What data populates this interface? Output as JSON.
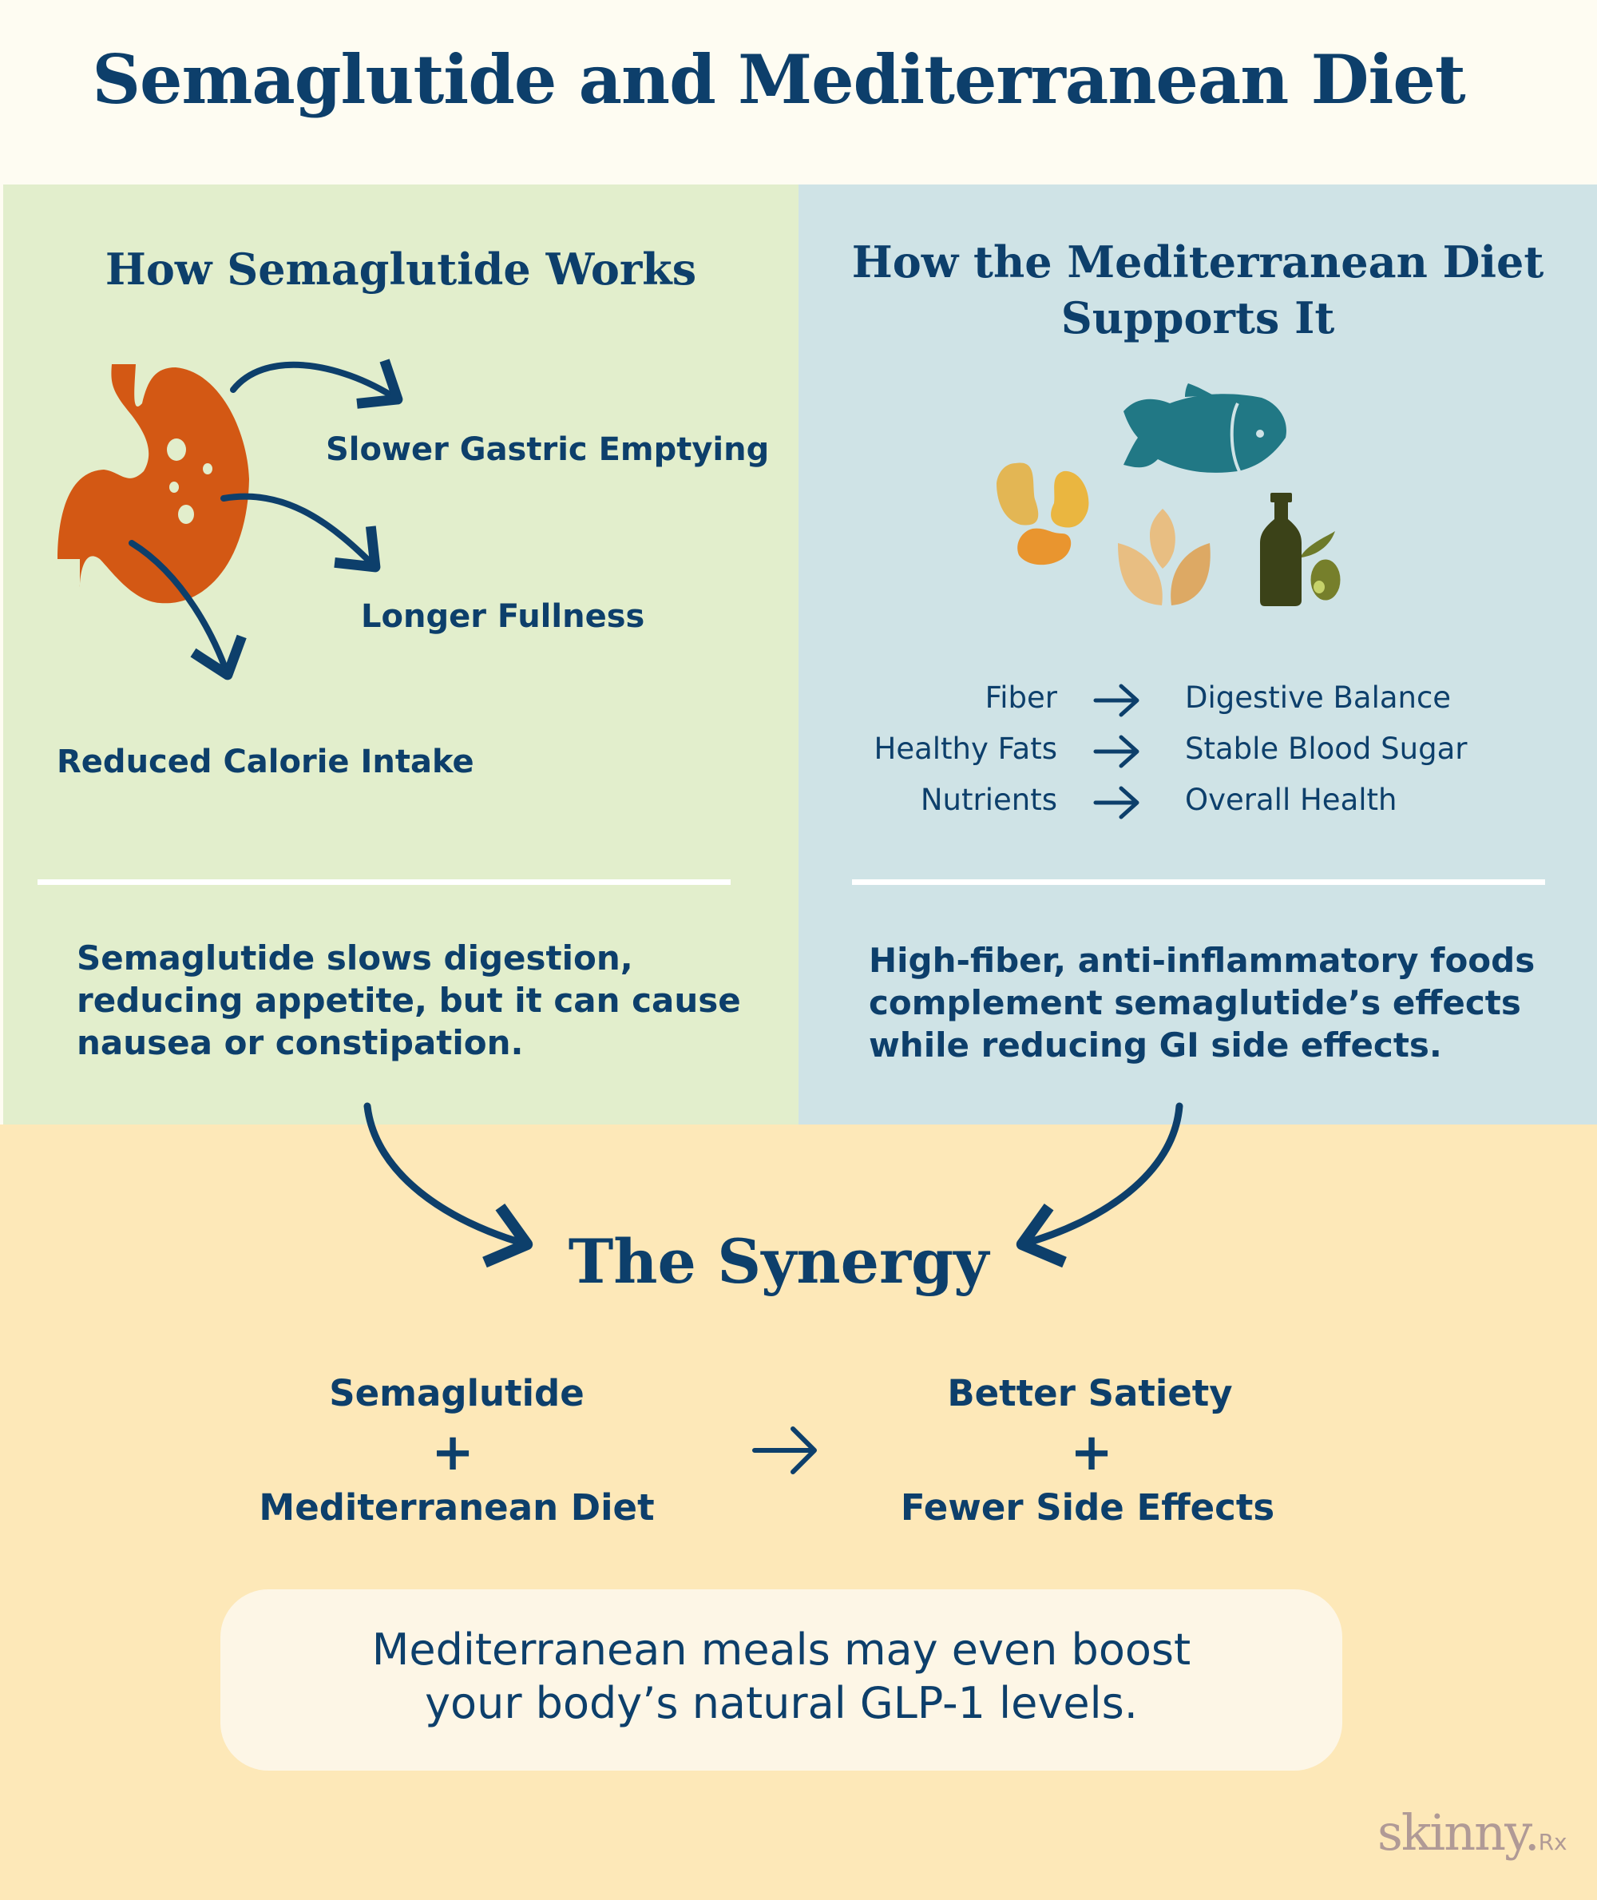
{
  "title": "Semaglutide and Mediterranean Diet",
  "left": {
    "heading": "How Semaglutide Works",
    "effects": [
      "Slower Gastric Emptying",
      "Longer Fullness",
      "Reduced Calorie Intake"
    ],
    "paragraph": [
      "Semaglutide slows digestion,",
      "reducing appetite, but it can cause",
      "nausea or constipation."
    ]
  },
  "right": {
    "heading": [
      "How the Mediterranean Diet",
      "Supports It"
    ],
    "mappings": [
      {
        "from": "Fiber",
        "to": "Digestive Balance"
      },
      {
        "from": "Healthy Fats",
        "to": "Stable Blood Sugar"
      },
      {
        "from": "Nutrients",
        "to": "Overall Health"
      }
    ],
    "paragraph": [
      "High-fiber, anti-inflammatory foods",
      "complement semaglutide’s effects",
      "while reducing GI side effects."
    ]
  },
  "synergy": {
    "heading": "The Synergy",
    "inputs": [
      "Semaglutide",
      "Mediterranean Diet"
    ],
    "outputs": [
      "Better Satiety",
      "Fewer Side Effects"
    ],
    "plus": "+",
    "callout": [
      "Mediterranean meals may even boost",
      "your body’s natural GLP-1 levels."
    ]
  },
  "logo": {
    "text": "skinny.",
    "suffix": "Rx"
  },
  "colors": {
    "navy": "#0d3f6b",
    "stomach": "#d35814",
    "left_bg": "#e2eecc",
    "right_bg": "#cfe3e6",
    "bottom_bg": "#fde8b8",
    "fish": "#217885"
  },
  "icons": [
    "stomach-icon",
    "fish-icon",
    "beans-icon",
    "grain-leaves-icon",
    "olive-oil-bottle-icon",
    "arrow-right-icon"
  ]
}
